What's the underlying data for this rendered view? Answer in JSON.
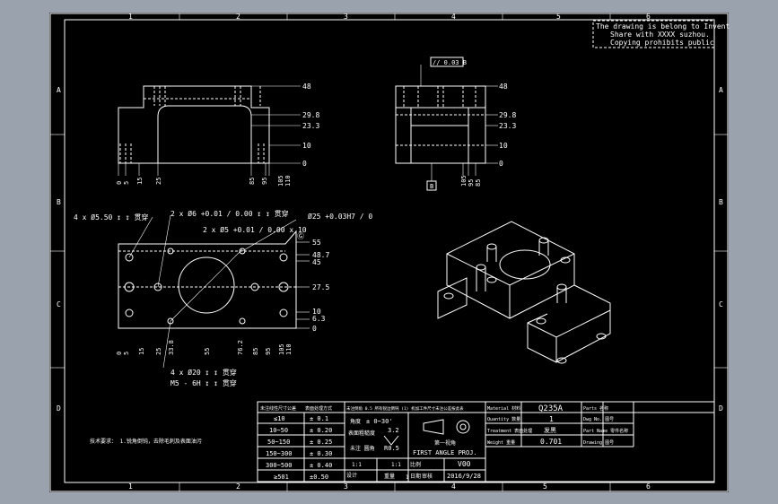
{
  "zones_top": [
    "1",
    "2",
    "3",
    "4",
    "5",
    "6"
  ],
  "zones_bottom": [
    "1",
    "2",
    "3",
    "4",
    "5",
    "6"
  ],
  "zones_left": [
    "A",
    "B",
    "C",
    "D"
  ],
  "zones_right": [
    "A",
    "B",
    "C",
    "D"
  ],
  "copyright_note": [
    "The drawing is belong to Invent",
    "Share with XXXX suzhou.",
    "Copying prohibits public"
  ],
  "front_view_dims": {
    "y": [
      "48",
      "29.8",
      "23.3",
      "10",
      "0"
    ],
    "x": [
      "0",
      "5",
      "15",
      "25",
      "85",
      "95",
      "105",
      "110"
    ]
  },
  "side_view_dims": {
    "y": [
      "48",
      "29.8",
      "23.3",
      "10",
      "0"
    ],
    "x": [
      "105",
      "95",
      "85"
    ]
  },
  "flatness_frame": "// 0.03 B",
  "datum_label": "B",
  "plan_view_dims": {
    "y": [
      "55",
      "48.7",
      "45",
      "27.5",
      "10",
      "6.3",
      "0"
    ],
    "x": [
      "0",
      "5",
      "15",
      "25",
      "33.8",
      "55",
      "76.2",
      "85",
      "95",
      "105",
      "110"
    ]
  },
  "hole_notes": {
    "a": "4 x Ø5.50 ↧ ↧ 贯穿",
    "b": "2 x Ø6 +0.01 / 0.00 ↧ ↧ 贯穿",
    "c": "2 x Ø5 +0.01 / 0.00 x 10",
    "d": "Ø25 +0.03H7 / 0",
    "e": "4 x Ø20 ↧ ↧ 贯穿",
    "f": "M5 - 6H ↧ ↧ 贯穿"
  },
  "surface_finish": "Ⓖ",
  "left_note": "技术要求：\n1.锐角倒钝，去除毛刺及表面油污",
  "tol_table": {
    "header": [
      "未注线性尺寸公差",
      "表面处理方式"
    ],
    "rows": [
      [
        "≤10",
        "± 0.1"
      ],
      [
        "10~50",
        "± 0.20"
      ],
      [
        "50~150",
        "± 0.25"
      ],
      [
        "150~300",
        "± 0.30"
      ],
      [
        "300~500",
        "± 0.40"
      ],
      [
        "≥501",
        "±0.50"
      ]
    ]
  },
  "tb_middle_header": "未注倒角 0.5 所有锐边倒钝 (1) 机加工件尺寸未注公差按此表",
  "angle_tol": {
    "label": "角度",
    "value": "± 0~30'"
  },
  "roughness": {
    "label": "表面粗糙度",
    "value": "3.2"
  },
  "radius": {
    "label": "未注 圆角",
    "value": "R0.5"
  },
  "projection": {
    "label": "第一视角",
    "text": "FIRST ANGLE PROJ."
  },
  "scale": {
    "label": "比例",
    "value": "1:1"
  },
  "tb_scale_ratio": "1:1",
  "weight_label": "重量",
  "sheet": "1",
  "version": "V00",
  "date": {
    "label": "日期",
    "value": "2016/9/28"
  },
  "design": "设计",
  "check": "审核",
  "material": {
    "label": "Material 材料",
    "value": "Q235A"
  },
  "quantity": {
    "label": "Quantity 数量",
    "value": "1"
  },
  "treatment": {
    "label": "Treatment 表面处理",
    "value": "发黑"
  },
  "weight": {
    "label": "Weight 重量",
    "value": "0.701"
  },
  "right_labels": [
    "Parts 名称",
    "Dwg No. 图号",
    "Part Name 零件名称",
    "Drawing 图号"
  ]
}
